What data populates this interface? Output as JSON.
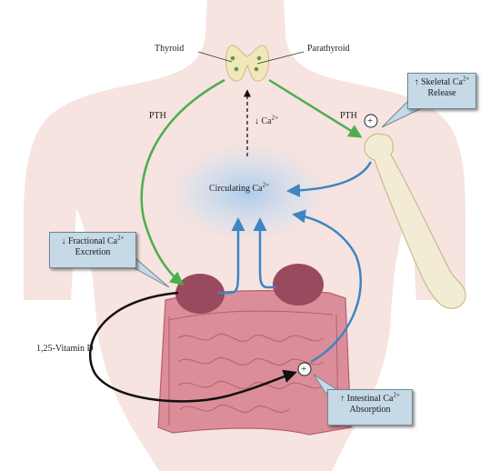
{
  "labels": {
    "thyroid": "Thyroid",
    "parathyroid": "Parathyroid",
    "pth_left": "PTH",
    "pth_right": "PTH",
    "decreased_ca": "↓ Ca",
    "circulating": "Circulating Ca",
    "vitamin_d": "1,25-Vitamin D",
    "ion_superscript": "2+",
    "plus": "+"
  },
  "boxes": {
    "skeletal": {
      "line1": "↑ Skeletal Ca",
      "line2": "Release"
    },
    "fractional": {
      "line1": "↓ Fractional Ca",
      "line2": "Excretion"
    },
    "intestinal": {
      "line1": "↑ Intestinal Ca",
      "line2": "Absorption"
    }
  },
  "colors": {
    "pth_arrow": "#4cae4c",
    "calcium_arrow": "#3d86c0",
    "vitamin_d_arrow": "#111111",
    "body_silhouette": "#f7e3df",
    "callout_fill": "#c5d9e6",
    "kidney": "#9a4a5e",
    "intestine": "#dc8d9a",
    "bone": "#f3ecd5"
  }
}
